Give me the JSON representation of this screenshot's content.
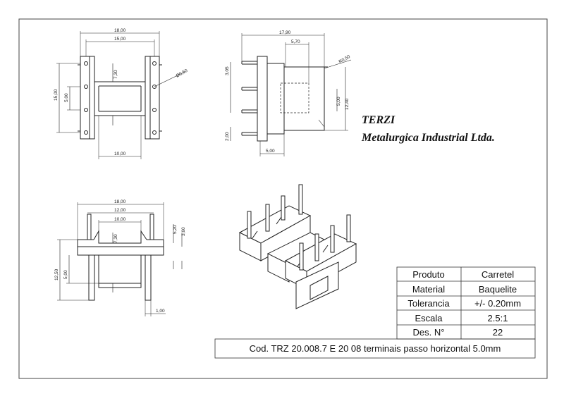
{
  "company": {
    "name": "TERZI",
    "subtitle": "Metalurgica Industrial Ltda."
  },
  "dimensions": {
    "top_view": {
      "width_overall": "18,00",
      "width_inner": "15,00",
      "height_left": "15,00",
      "pitch": "5,00",
      "depth": "7,30",
      "pin_diameter": "Ø0,50",
      "bottom_width": "10,00"
    },
    "side_view": {
      "width_overall": "17,90",
      "top_step": "5,70",
      "radius": "R0,50",
      "left_top": "3,05",
      "right_a": "5,00",
      "right_b": "12,40",
      "left_bottom": "2,00",
      "bottom_width": "5,00"
    },
    "front_view": {
      "width_overall": "18,00",
      "width_mid": "12,00",
      "width_inner": "10,00",
      "right_a": "5,20",
      "right_b": "3,60",
      "depth": "7,30",
      "left_height": "12,50",
      "left_inner": "5,00",
      "tab": "1,00"
    }
  },
  "spec_table": {
    "rows": [
      {
        "label": "Produto",
        "value": "Carretel"
      },
      {
        "label": "Material",
        "value": "Baquelite"
      },
      {
        "label": "Tolerancia",
        "value": "+/-  0.20mm"
      },
      {
        "label": "Escala",
        "value": "2.5:1"
      },
      {
        "label": "Des. N°",
        "value": "22"
      }
    ],
    "code": "Cod. TRZ 20.008.7 E 20 08 terminais passo horizontal 5.0mm"
  }
}
